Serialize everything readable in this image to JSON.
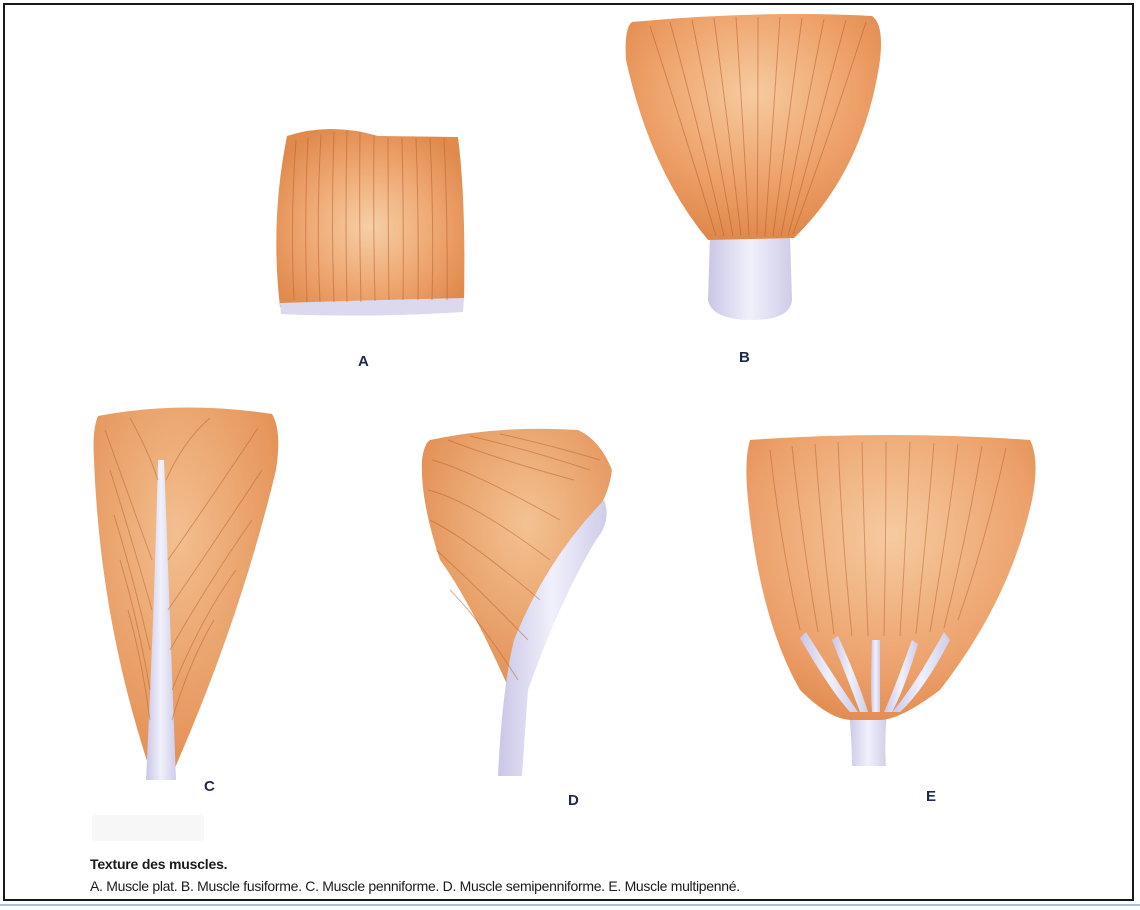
{
  "figure": {
    "labels": {
      "a": "A",
      "b": "B",
      "c": "C",
      "d": "D",
      "e": "E"
    },
    "caption_title": "Texture des muscles.",
    "caption_text": "A. Muscle plat. B. Muscle fusiforme. C. Muscle penniforme. D. Muscle semipenniforme. E. Muscle multipenné."
  },
  "colors": {
    "muscle": "#e8955a",
    "muscle_light": "#f3c59a",
    "tendon": "#dcdaf0",
    "fiber": "#b8612e"
  }
}
